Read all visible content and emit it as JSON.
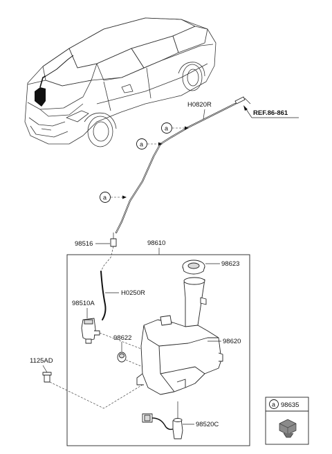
{
  "labels": {
    "hose_upper": "H0820R",
    "reference": "REF.86-861",
    "nozzle_connector": "98516",
    "reservoir_assy": "98610",
    "cap": "98623",
    "hose_lower": "H0250R",
    "pump": "98510A",
    "grommet": "98622",
    "reservoir": "98620",
    "bolt": "1125AD",
    "level_sensor": "98520C"
  },
  "callouts": {
    "clip_letter": "a",
    "clip_part": "98635"
  }
}
